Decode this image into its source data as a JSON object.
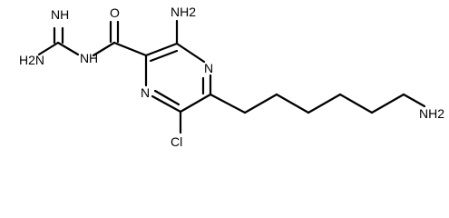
{
  "structure": {
    "labels": {
      "imine": "NH",
      "guanidine_amine": "H2N",
      "amide_nitrogen": "N",
      "amide_hydrogen": "H",
      "carbonyl_oxygen": "O",
      "ring_amine": "NH2",
      "ring_nitrogen_top": "N",
      "ring_nitrogen_bottom": "N",
      "chlorine": "Cl",
      "terminal_amine": "NH2"
    },
    "colors": {
      "bond": "#000000",
      "label": "#000000",
      "background": "#ffffff"
    }
  }
}
